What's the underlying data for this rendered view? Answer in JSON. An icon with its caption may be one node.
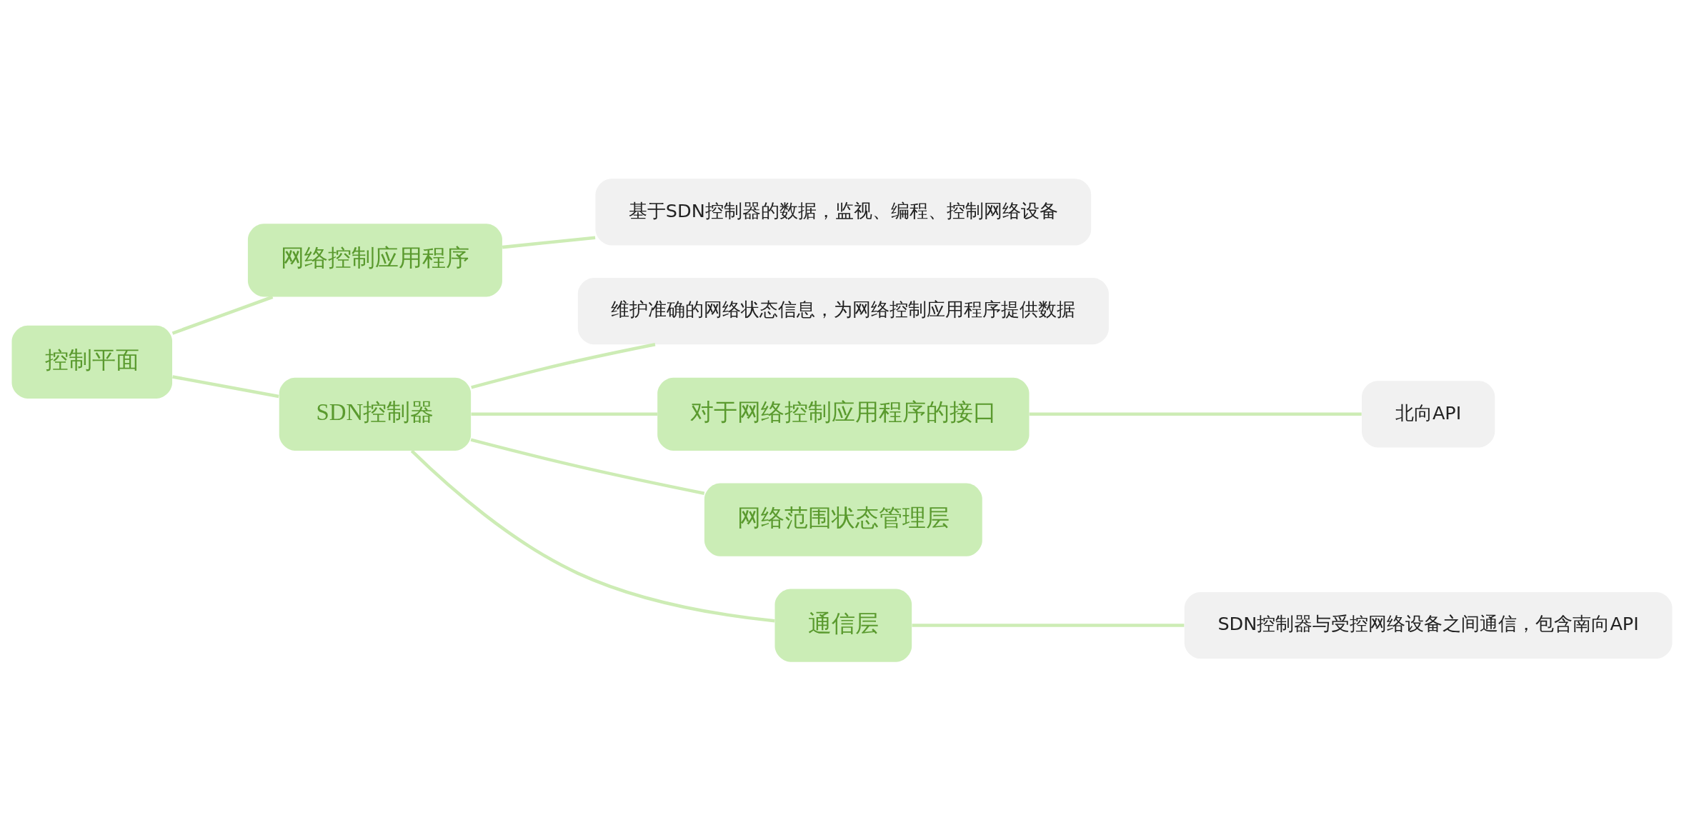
{
  "diagram": {
    "nodes": [
      {
        "text": [
          "控制平面"
        ]
      },
      {
        "text": [
          "网络控制应用程序"
        ]
      },
      {
        "text": [
          "基于SDN控制器的数据，监视、编程、控制网络设备"
        ]
      },
      {
        "text": [
          "SDN控制器"
        ]
      },
      {
        "text": [
          "维护准确的网络状态信息，为网络控制应用程序提供数据"
        ]
      },
      {
        "text": [
          "对于网络控制应用程序的接口"
        ]
      },
      {
        "text": [
          "北向API"
        ]
      },
      {
        "text": [
          "网络范围状态管理层"
        ]
      },
      {
        "text": [
          "通信层"
        ]
      },
      {
        "text": [
          "SDN控制器与受控网络设备之间通信，包含南向API"
        ]
      }
    ],
    "edges": [
      {
        "from": 0,
        "to": 1,
        "arrow": "none"
      },
      {
        "from": 1,
        "to": 2,
        "arrow": "none"
      },
      {
        "from": 0,
        "to": 3,
        "arrow": "none"
      },
      {
        "from": 3,
        "to": 4,
        "arrow": "none"
      },
      {
        "from": 3,
        "to": 5,
        "arrow": "none"
      },
      {
        "from": 5,
        "to": 6,
        "arrow": "none"
      },
      {
        "from": 3,
        "to": 7,
        "arrow": "none"
      },
      {
        "from": 3,
        "to": 8,
        "arrow": "none"
      },
      {
        "from": 8,
        "to": 9,
        "arrow": "none"
      }
    ]
  }
}
